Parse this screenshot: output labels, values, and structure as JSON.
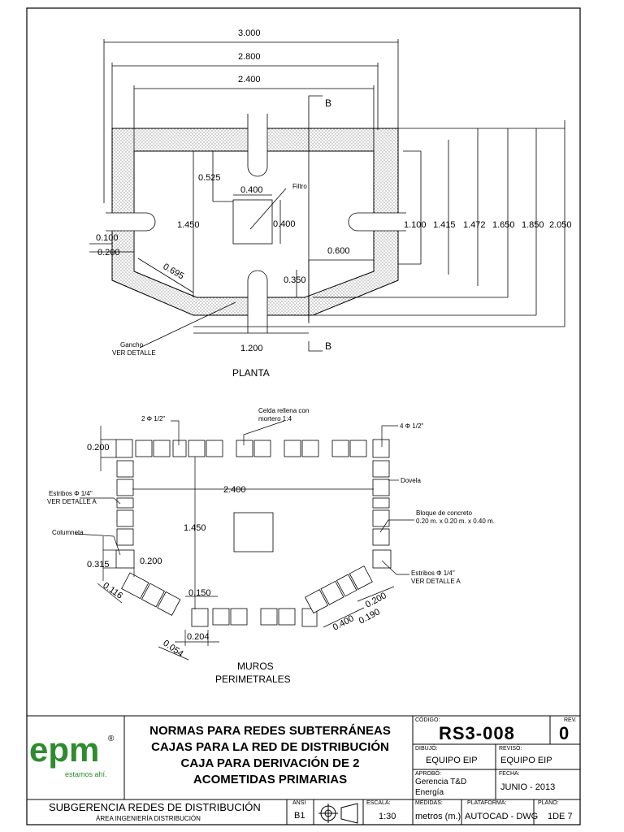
{
  "planta": {
    "title": "PLANTA",
    "dims": {
      "w3000": "3.000",
      "w2800": "2.800",
      "w2400": "2.400",
      "d0525": "0.525",
      "d0400a": "0.400",
      "d0400b": "0.400",
      "filtro": "Filtro",
      "d1450": "1.450",
      "d0100": "0.100",
      "d0200": "0.200",
      "d0695": "0.695",
      "d0600": "0.600",
      "d0350": "0.350",
      "d1200": "1.200",
      "r1100": "1.100",
      "r1415": "1.415",
      "r1472": "1.472",
      "r1650": "1.650",
      "r1850": "1.850",
      "r2050": "2.050"
    },
    "section_b_top": "B",
    "section_b_bottom": "B",
    "gancho_1": "Gancho",
    "gancho_2": "VER DETALLE"
  },
  "muros": {
    "title_1": "MUROS",
    "title_2": "PERIMETRALES",
    "dims": {
      "d0200": "0.200",
      "d2400": "2.400",
      "d1450": "1.450",
      "d0315": "0.315",
      "d0200b": "0.200",
      "d0116": "0.116",
      "d0150": "0.150",
      "d0204": "0.204",
      "d0054": "0.054",
      "d0400": "0.400",
      "d0200c": "0.200",
      "d0190": "0.190"
    },
    "notes": {
      "dos_phi": "2 Φ 1/2\"",
      "celda_1": "Celda rellena con",
      "celda_2": "mortero 1:4",
      "cuatro_phi": "4 Φ 1/2\"",
      "dovela": "Dovela",
      "estribos_l1": "Estribos Φ 1/4\"",
      "estribos_l2": "VER DETALLE A",
      "bloque_1": "Bloque de concreto",
      "bloque_2": "0.20 m. x 0.20 m. x 0.40 m.",
      "columneta": "Columneta",
      "estribos_r1": "Estribos Φ 1/4\"",
      "estribos_r2": "VER DETALLE A"
    }
  },
  "title_block": {
    "logo_text": "epm",
    "logo_tagline": "estamos ahí.",
    "registered": "®",
    "heading_1": "NORMAS PARA REDES SUBTERRÁNEAS",
    "heading_2": "CAJAS PARA LA RED DE DISTRIBUCIÓN",
    "heading_3": "CAJA PARA DERIVACIÓN DE 2",
    "heading_4": "ACOMETIDAS  PRIMARIAS",
    "codigo_label": "CÓDIGO:",
    "codigo": "RS3-008",
    "rev_label": "REV.",
    "rev": "0",
    "dibujo_label": "DIBUJÓ:",
    "dibujo": "EQUIPO EIP",
    "reviso_label": "REVISÓ:",
    "reviso": "EQUIPO EIP",
    "aprobo_label": "APROBÓ:",
    "aprobo_1": "Gerencia T&D",
    "aprobo_2": "Energía",
    "fecha_label": "FECHA:",
    "fecha": "JUNIO - 2013",
    "subgerencia": "SUBGERENCIA REDES DE DISTRIBUCIÓN",
    "area": "ÁREA INGENIERÍA DISTRIBUCIÓN",
    "ansi_label": "ANSI",
    "ansi": "B1",
    "escala_label": "ESCALA:",
    "escala": "1:30",
    "medidas_label": "MEDIDAS:",
    "medidas": "metros (m.)",
    "plataforma_label": "PLATAFORMA:",
    "plataforma": "AUTOCAD - DWG",
    "plano_label": "PLANO:",
    "plano": "1DE 7"
  }
}
